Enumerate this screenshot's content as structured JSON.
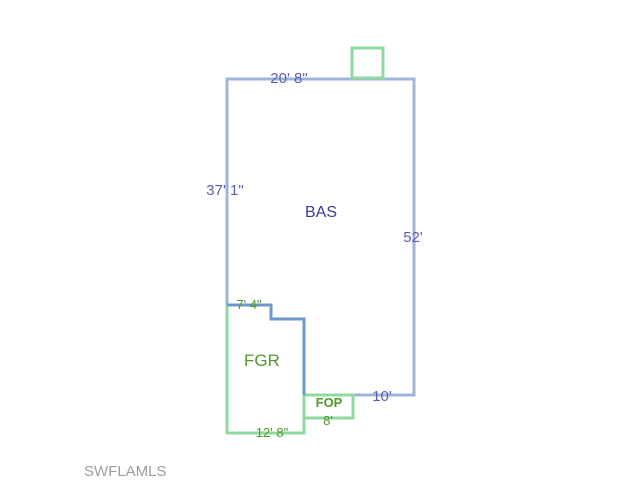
{
  "sketch": {
    "bas": {
      "label": "BAS",
      "dim_top": "20' 8\"",
      "dim_left": "37' 1\"",
      "dim_right": "52'",
      "dim_bottom": "10'",
      "color": "#9fb4dd"
    },
    "fgr": {
      "label": "FGR",
      "dim_top": "7' 4\"",
      "dim_bottom": "12' 8\"",
      "color": "#8fd9a0"
    },
    "fop": {
      "label": "FOP",
      "dim_bottom": "8'",
      "color": "#8fd9a0"
    },
    "shared_wall_color": "#6b98c8"
  },
  "watermark": "SWFLAMLS"
}
